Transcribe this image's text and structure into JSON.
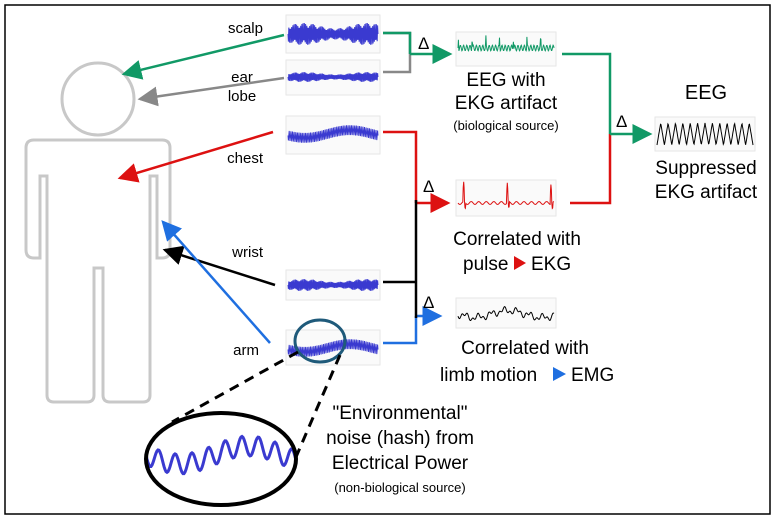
{
  "labels": {
    "scalp": "scalp",
    "ear": "ear",
    "lobe": "lobe",
    "chest": "chest",
    "wrist": "wrist",
    "arm": "arm"
  },
  "delta": "Δ",
  "eeg_ekg": {
    "line1": "EEG with",
    "line2": "EKG artifact",
    "source": "(biological source)"
  },
  "eeg_out": {
    "title": "EEG",
    "line1": "Suppressed",
    "line2": "EKG artifact"
  },
  "pulse": {
    "line1": "Correlated with",
    "line2a": "pulse",
    "line2b": "EKG"
  },
  "limb": {
    "line1": "Correlated with",
    "line2a": "limb motion",
    "line2b": "EMG"
  },
  "noise": {
    "line1": "\"Environmental\"",
    "line2": "noise (hash) from",
    "line3": "Electrical Power",
    "source": "(non-biological source)"
  },
  "colors": {
    "green": "#119966",
    "gray": "#888888",
    "red": "#dd1111",
    "black": "#000000",
    "blue": "#1f6fe0",
    "signal": "#3a3ad0",
    "ellipse": "#1f5a7a"
  }
}
